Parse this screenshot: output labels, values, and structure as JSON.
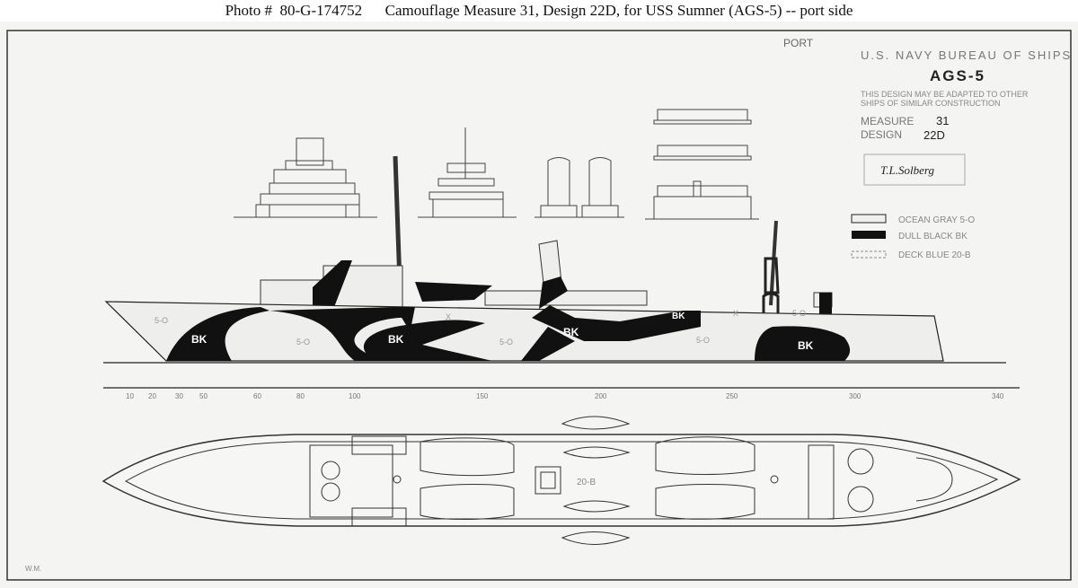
{
  "caption": "Photo #  80-G-174752      Camouflage Measure 31, Design 22D, for USS Sumner (AGS-5) -- port side",
  "title_block": {
    "port": "PORT",
    "bureau": "U.S. NAVY   BUREAU OF SHIPS",
    "ship": "AGS-5",
    "note_line1": "THIS DESIGN MAY BE ADAPTED TO OTHER",
    "note_line2": "SHIPS OF SIMILAR CONSTRUCTION",
    "measure_label": "MEASURE",
    "measure_value": "31",
    "design_label": "DESIGN",
    "design_value": "22D",
    "signature": "T.L.Solberg"
  },
  "legend": [
    {
      "swatch": "#f0f0ee",
      "label": "OCEAN GRAY  5-O"
    },
    {
      "swatch": "#111111",
      "label": "DULL BLACK  BK"
    },
    {
      "swatch": "#f4f4f2",
      "label": "DECK BLUE  20-B"
    }
  ],
  "hull_labels": {
    "bk1": "BK",
    "bk2": "BK",
    "bk3": "BK",
    "bk4": "BK",
    "bk5": "BK",
    "so1": "5-O",
    "so2": "5-O",
    "so3": "5-O",
    "so4": "5-O",
    "so5": "5-O",
    "x1": "X",
    "x2": "X",
    "deck": "20-B"
  },
  "frame_numbers": [
    "10",
    "20",
    "30",
    "50",
    "60",
    "80",
    "100",
    "150",
    "200",
    "250",
    "300",
    "340"
  ],
  "draftsman": "W.M."
}
